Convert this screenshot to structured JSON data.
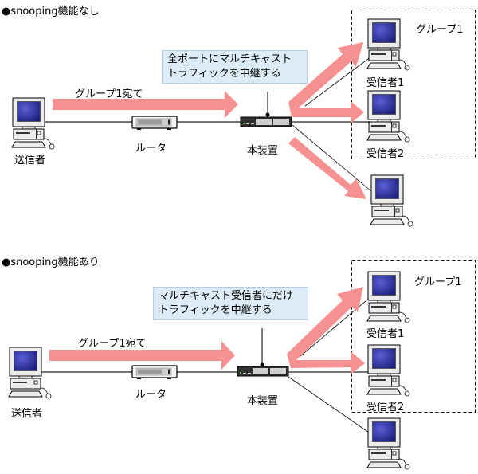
{
  "sections": [
    {
      "heading": "●snooping機能なし",
      "callout": [
        "全ポートにマルチキャスト",
        "トラフィックを中継する"
      ],
      "flow_label": "グループ1宛て",
      "router_label": "ルータ",
      "switch_label": "本装置",
      "sender_label": "送信者",
      "group_label": "グループ1",
      "receivers": [
        "受信者1",
        "受信者2",
        ""
      ],
      "forward_to_non_member": true
    },
    {
      "heading": "●snooping機能あり",
      "callout": [
        "マルチキャスト受信者にだけ",
        "トラフィックを中継する"
      ],
      "flow_label": "グループ1宛て",
      "router_label": "ルータ",
      "switch_label": "本装置",
      "sender_label": "送信者",
      "group_label": "グループ1",
      "receivers": [
        "受信者1",
        "受信者2",
        ""
      ],
      "forward_to_non_member": false
    }
  ],
  "colors": {
    "arrow": "#f79191",
    "callout_bg": "#ddebf8",
    "screen": "#2b2f9c",
    "line": "#777777"
  }
}
